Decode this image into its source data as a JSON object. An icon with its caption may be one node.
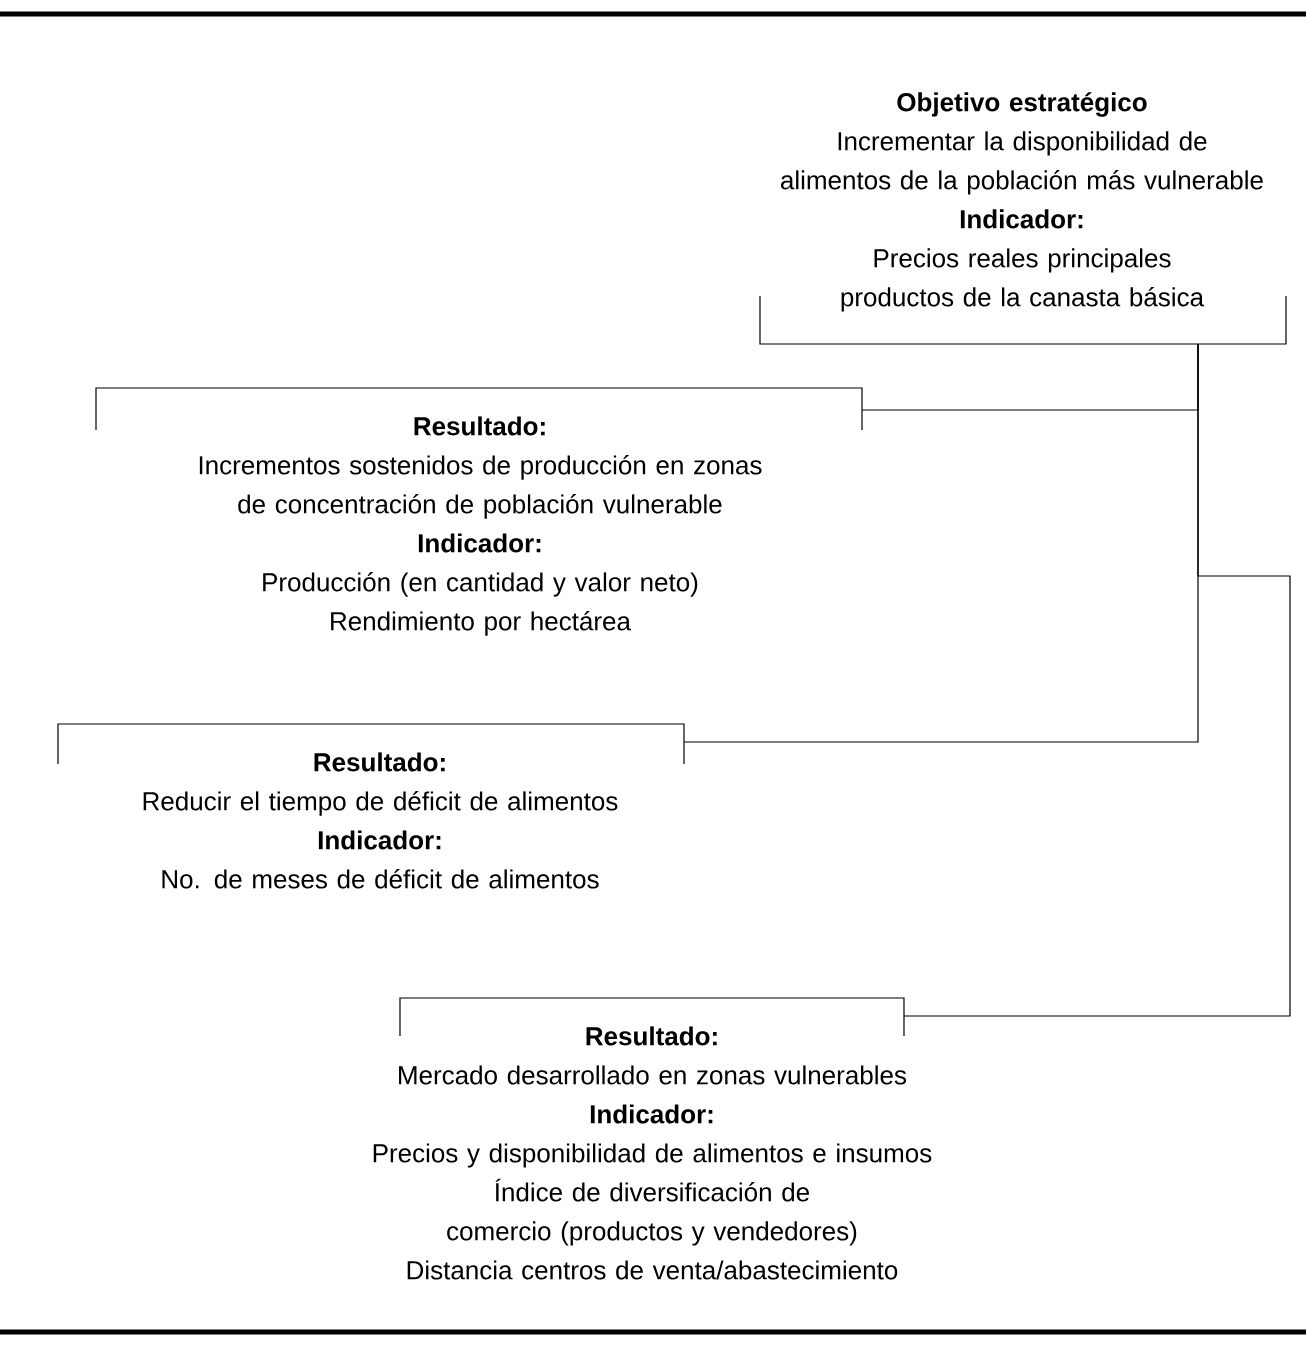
{
  "diagram": {
    "nodes": [
      {
        "text": [
          "Objetivo estratégico",
          "Incrementar la disponibilidad de alimentos de la población más vulnerable",
          "Indicador:",
          "Precios reales principales productos de la canasta básica"
        ]
      },
      {
        "text": [
          "Resultado:",
          "Incrementos sostenidos de producción en zonas de concentración de población vulnerable",
          "Indicador:",
          "Producción (en cantidad y valor neto)",
          "Rendimiento por hectárea"
        ]
      },
      {
        "text": [
          "Resultado:",
          "Reducir el tiempo de déficit de alimentos",
          "Indicador:",
          "No. de meses de déficit de alimentos"
        ]
      },
      {
        "text": [
          "Resultado:",
          "Mercado desarrollado en zonas vulnerables",
          "Indicador:",
          "Precios y disponibilidad de alimentos e insumos",
          "Índice de diversificación de comercio (productos y vendedores)",
          "Distancia centros de venta/abastecimiento"
        ]
      }
    ],
    "edges": [
      {
        "from": 0,
        "to": 1,
        "arrow": "none"
      },
      {
        "from": 0,
        "to": 2,
        "arrow": "none"
      },
      {
        "from": 0,
        "to": 3,
        "arrow": "none"
      }
    ]
  }
}
